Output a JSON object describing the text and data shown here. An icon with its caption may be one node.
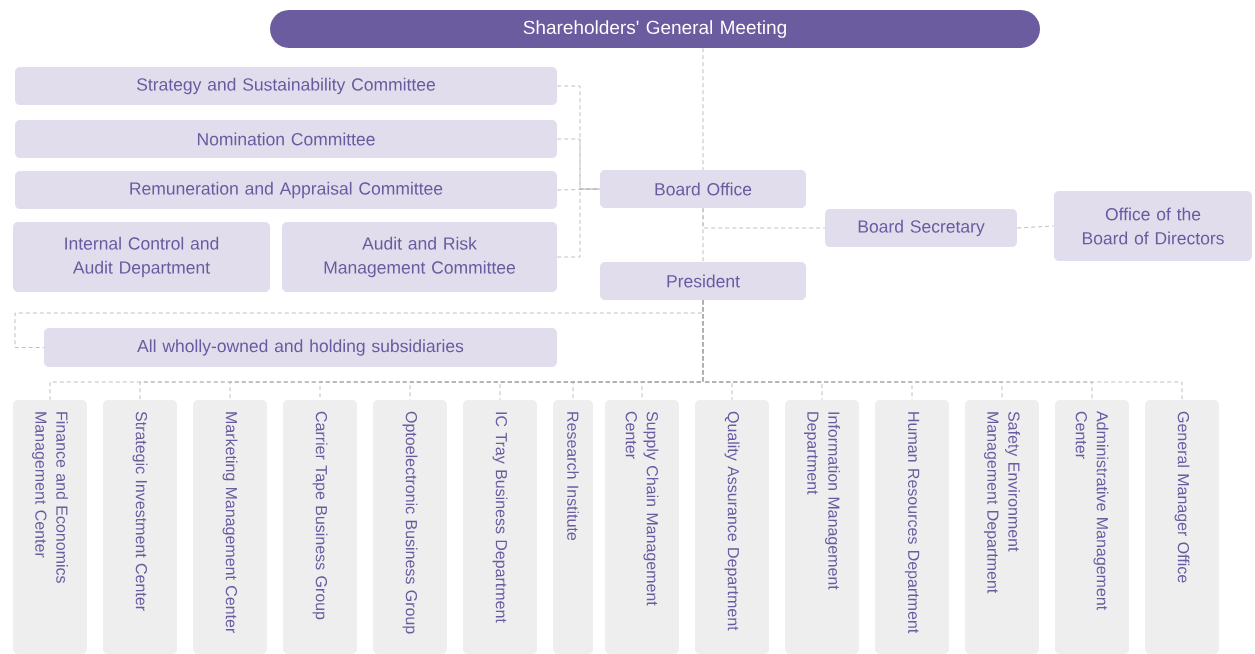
{
  "diagram": {
    "nodes": [
      {
        "text": [
          "Shareholders' General Meeting"
        ]
      },
      {
        "text": [
          "Strategy and Sustainability Committee"
        ]
      },
      {
        "text": [
          "Nomination Committee"
        ]
      },
      {
        "text": [
          "Remuneration and Appraisal Committee"
        ]
      },
      {
        "text": [
          "Internal Control and Audit Department"
        ]
      },
      {
        "text": [
          "Audit and Risk Management Committee"
        ]
      },
      {
        "text": [
          "Board Office"
        ]
      },
      {
        "text": [
          "Board Secretary"
        ]
      },
      {
        "text": [
          "Office of the Board of Directors"
        ]
      },
      {
        "text": [
          "President"
        ]
      },
      {
        "text": [
          "All wholly-owned and holding subsidiaries"
        ]
      },
      {
        "text": [
          "Finance and Economics Management Center"
        ]
      },
      {
        "text": [
          "Strategic Investment Center"
        ]
      },
      {
        "text": [
          "Marketing Management Center"
        ]
      },
      {
        "text": [
          "Carrier Tape Business Group"
        ]
      },
      {
        "text": [
          "Optoelectronic Business Group"
        ]
      },
      {
        "text": [
          "IC Tray Business Department"
        ]
      },
      {
        "text": [
          "Research Institute"
        ]
      },
      {
        "text": [
          "Supply Chain Management Center"
        ]
      },
      {
        "text": [
          "Quality Assurance Department"
        ]
      },
      {
        "text": [
          "Information Management Department"
        ]
      },
      {
        "text": [
          "Human Resources Department"
        ]
      },
      {
        "text": [
          "Safety Environment Management Department"
        ]
      },
      {
        "text": [
          "Administrative Management Center"
        ]
      },
      {
        "text": [
          "General Manager Office"
        ]
      }
    ],
    "edges": [
      {
        "from": 0,
        "to": 6,
        "arrow": "none"
      },
      {
        "from": 1,
        "to": 6,
        "arrow": "none"
      },
      {
        "from": 2,
        "to": 6,
        "arrow": "none"
      },
      {
        "from": 3,
        "to": 6,
        "arrow": "none"
      },
      {
        "from": 5,
        "to": 6,
        "arrow": "none"
      },
      {
        "from": 6,
        "to": 9,
        "arrow": "none"
      },
      {
        "from": 6,
        "to": 7,
        "arrow": "none"
      },
      {
        "from": 7,
        "to": 8,
        "arrow": "none"
      },
      {
        "from": 9,
        "to": 10,
        "arrow": "none"
      },
      {
        "from": 9,
        "to": 11,
        "arrow": "none"
      },
      {
        "from": 9,
        "to": 12,
        "arrow": "none"
      },
      {
        "from": 9,
        "to": 13,
        "arrow": "none"
      },
      {
        "from": 9,
        "to": 14,
        "arrow": "none"
      },
      {
        "from": 9,
        "to": 15,
        "arrow": "none"
      },
      {
        "from": 9,
        "to": 16,
        "arrow": "none"
      },
      {
        "from": 9,
        "to": 17,
        "arrow": "none"
      },
      {
        "from": 9,
        "to": 18,
        "arrow": "none"
      },
      {
        "from": 9,
        "to": 19,
        "arrow": "none"
      },
      {
        "from": 9,
        "to": 20,
        "arrow": "none"
      },
      {
        "from": 9,
        "to": 21,
        "arrow": "none"
      },
      {
        "from": 9,
        "to": 22,
        "arrow": "none"
      },
      {
        "from": 9,
        "to": 23,
        "arrow": "none"
      },
      {
        "from": 9,
        "to": 24,
        "arrow": "none"
      }
    ]
  }
}
